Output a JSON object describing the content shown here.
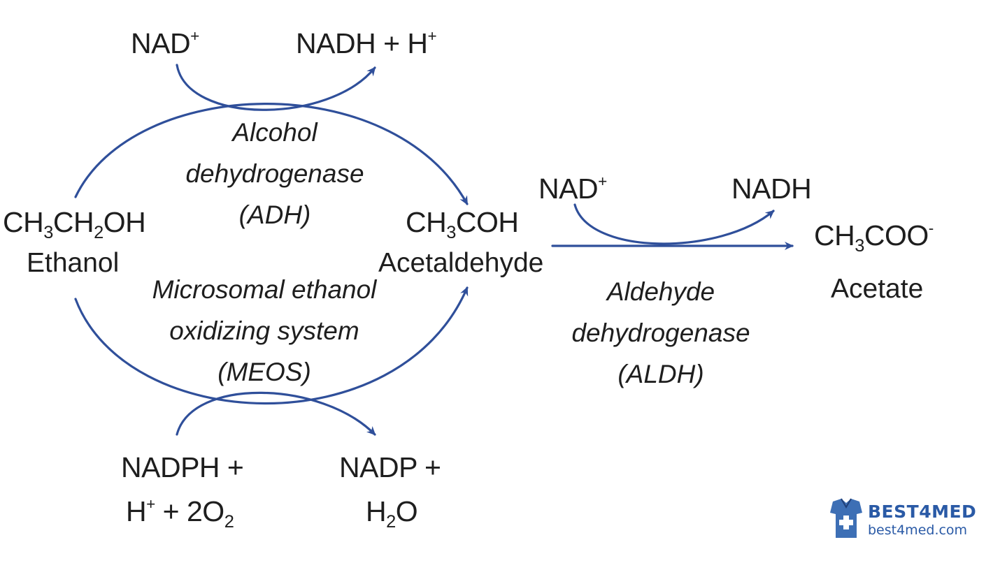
{
  "cofactors": {
    "adh_in": "NAD",
    "adh_in_sup": "+",
    "adh_out": "NADH + H",
    "adh_out_sup": "+",
    "aldh_in": "NAD",
    "aldh_in_sup": "+",
    "aldh_out": "NADH",
    "meos_in_line1": "NADPH +",
    "meos_in_line2_a": "H",
    "meos_in_line2_sup": "+",
    "meos_in_line2_b": " + 2O",
    "meos_in_line2_sub": "2",
    "meos_out_line1": "NADP +",
    "meos_out_line2_a": "H",
    "meos_out_line2_sub": "2",
    "meos_out_line2_b": "O"
  },
  "compounds": {
    "ethanol": {
      "f1": "CH",
      "s1": "3",
      "f2": "CH",
      "s2": "2",
      "f3": "OH",
      "name": "Ethanol"
    },
    "acetaldehyde": {
      "f1": "CH",
      "s1": "3",
      "f2": "COH",
      "name": "Acetaldehyde"
    },
    "acetate": {
      "f1": "CH",
      "s1": "3",
      "f2": "COO",
      "sup": "-",
      "name": "Acetate"
    }
  },
  "enzymes": {
    "adh": {
      "line1": "Alcohol",
      "line2": "dehydrogenase",
      "line3": "(ADH)"
    },
    "meos": {
      "line1": "Microsomal ethanol",
      "line2": "oxidizing system",
      "line3": "(MEOS)"
    },
    "aldh": {
      "line1": "Aldehyde",
      "line2": "dehydrogenase",
      "line3": "(ALDH)"
    }
  },
  "logo": {
    "brand": "BEST4MED",
    "site": "best4med.com"
  },
  "colors": {
    "arrow": "#2f4f9a",
    "text": "#1e1e1e",
    "brand": "#2a5aa6"
  }
}
